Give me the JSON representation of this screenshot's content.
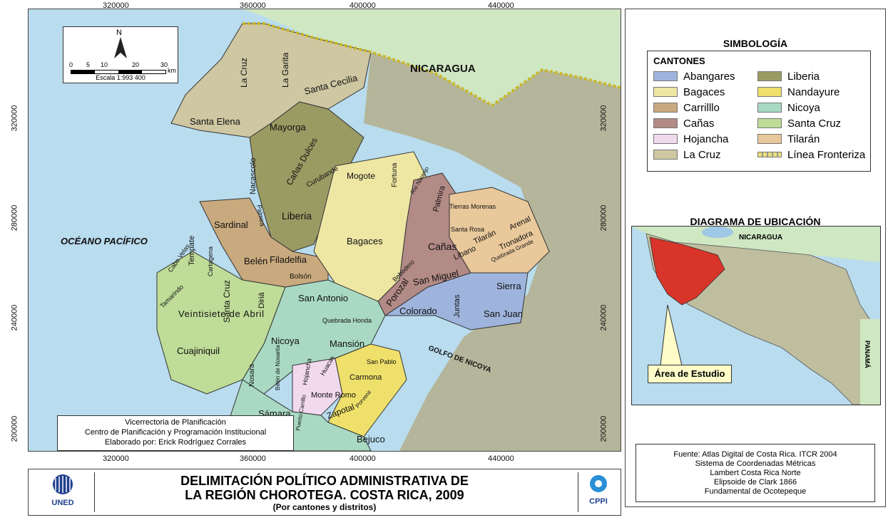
{
  "map": {
    "coords_top": [
      "320000",
      "360000",
      "400000",
      "440000"
    ],
    "coords_bottom": [
      "320000",
      "360000",
      "400000",
      "440000"
    ],
    "coords_left": [
      "320000",
      "280000",
      "240000",
      "200000"
    ],
    "coords_right": [
      "320000",
      "280000",
      "240000",
      "200000"
    ],
    "north": "N",
    "scale_ticks": [
      "0",
      "5",
      "10",
      "20",
      "30"
    ],
    "scale_unit": "km",
    "scale_text": "Escala 1:993 400",
    "labels": {
      "nicaragua": "NICARAGUA",
      "pacific": "OCÉANO PACÍFICO",
      "gulf": "GOLFO DE NICOYA",
      "la_cruz": "La Cruz",
      "la_garita": "La Garita",
      "santa_cecilia": "Santa Cecilia",
      "santa_elena": "Santa Elena",
      "mayorga": "Mayorga",
      "nacascolo": "Nacascolo",
      "canas_dulces": "Cañas Dulces",
      "curubande": "Curubande",
      "liberia": "Liberia",
      "mogote": "Mogote",
      "fortuna": "Fortuna",
      "rio_naranjo": "Río Naranjo",
      "palmira_b": "Palmira",
      "tierras_morenas": "Tierras Morenas",
      "arenal": "Arenal",
      "tronadora": "Tronadora",
      "santa_rosa": "Santa Rosa",
      "tilaran": "Tilarán",
      "quebrada_grande": "Quebrada Grande",
      "libano": "Libano",
      "sardinal": "Sardinal",
      "palmira": "Palmira",
      "bagaces": "Bagaces",
      "canas": "Cañas",
      "bebedero": "Bebedero",
      "porozal": "Porozal",
      "san_miguel": "San Miguel",
      "sierra": "Sierra",
      "juntas": "Juntas",
      "san_juan": "San Juan",
      "colorado": "Colorado",
      "cabo_velas": "Cabo Velas",
      "tempate": "Tempate",
      "cartagena": "Cartagena",
      "belen": "Belén",
      "filadelfia": "Filadelfia",
      "bolson": "Bolsón",
      "tamarindo": "Tamarindo",
      "veintisiete": "Veintisiete de Abril",
      "santa_cruz": "Santa Cruz",
      "diria": "Diriá",
      "san_antonio": "San Antonio",
      "quebrada_honda": "Quebrada Honda",
      "cuajiniquil": "Cuajiniquil",
      "nicoya": "Nicoya",
      "mansion": "Mansión",
      "nosara": "Nosara",
      "belen_nosarita": "Belén de Nosarita",
      "hojancha": "Hojancha",
      "huacas": "Huacas",
      "monte_romo": "Monte Romo",
      "carmona": "Carmona",
      "san_pablo": "San Pablo",
      "samara": "Sámara",
      "puerto_carrillo": "Puerto Carrillo",
      "zapotal": "Zapotal",
      "porvenir": "Porvenir",
      "bejuco": "Bejuco"
    },
    "credits": [
      "Vicerrectoria de Planificación",
      "Centro de Planificación y Programación Institucional",
      "Elaborado por: Erick Rodríguez Corrales"
    ]
  },
  "legend": {
    "title": "SIMBOLOGÍA",
    "subtitle": "CANTONES",
    "items_left": [
      {
        "label": "Abangares",
        "color": "#9fb4dd"
      },
      {
        "label": "Bagaces",
        "color": "#eee6a3"
      },
      {
        "label": "Carrilllo",
        "color": "#c9a97e"
      },
      {
        "label": "Cañas",
        "color": "#b28a86"
      },
      {
        "label": "Hojancha",
        "color": "#f1d9ee"
      },
      {
        "label": "La Cruz",
        "color": "#cfc7a2"
      }
    ],
    "items_right": [
      {
        "label": "Liberia",
        "color": "#9a9a63"
      },
      {
        "label": "Nandayure",
        "color": "#eee06a"
      },
      {
        "label": "Nicoya",
        "color": "#a9d9c3"
      },
      {
        "label": "Santa Cruz",
        "color": "#bfdc98"
      },
      {
        "label": "Tilarán",
        "color": "#e9c89b"
      },
      {
        "label": "Línea Fronteriza",
        "color": "#e8e07a"
      }
    ]
  },
  "location": {
    "title": "DIAGRAMA DE UBICACIÓN",
    "nicaragua": "NICARAGUA",
    "panama": "PANAMÁ",
    "study_area": "Área de Estudio"
  },
  "source": [
    "Fuente: Atlas Digital de Costa Rica. ITCR 2004",
    "Sistema de Coordenadas Métricas",
    "Lambert Costa Rica Norte",
    "Elipsoide de Clark 1866",
    "Fundamental de Ocotepeque"
  ],
  "title": {
    "line1": "DELIMITACIÓN POLÍTICO ADMINISTRATIVA DE",
    "line2": "LA REGIÓN CHOROTEGA. COSTA RICA, 2009",
    "line3": "(Por cantones y distritos)"
  },
  "logos": {
    "uned": "UNED",
    "cppi": "CPPI"
  },
  "colors": {
    "sea": "#b9dcee",
    "land": "#aaa98a",
    "nicaragua_land": "#cfe7c3"
  }
}
